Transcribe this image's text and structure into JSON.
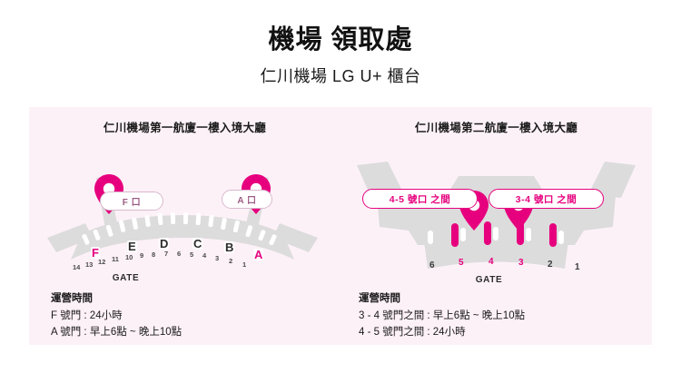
{
  "header": {
    "title": "機場 領取處",
    "subtitle": "仁川機場 LG U+ 櫃台"
  },
  "colors": {
    "accent_pink": "#e6007e",
    "panel_bg": "#fdf1f8",
    "terminal_gray": "#dcdcdc",
    "pill_gray_border": "#d9b9cd"
  },
  "terminal1": {
    "title": "仁川機場第一航廈一樓入境大廳",
    "pills": [
      {
        "label": "F 口",
        "style": "gray"
      },
      {
        "label": "A 口",
        "style": "gray"
      }
    ],
    "gate_letters": [
      {
        "label": "F",
        "highlight": true
      },
      {
        "label": "E",
        "highlight": false
      },
      {
        "label": "D",
        "highlight": false
      },
      {
        "label": "C",
        "highlight": false
      },
      {
        "label": "B",
        "highlight": false
      },
      {
        "label": "A",
        "highlight": true
      }
    ],
    "gate_numbers": [
      "14",
      "13",
      "12",
      "11",
      "10",
      "9",
      "8",
      "7",
      "6",
      "5",
      "4",
      "3",
      "2",
      "1"
    ],
    "gate_axis_label": "GATE",
    "pin_count": 2,
    "info": {
      "heading": "運營時間",
      "lines": [
        "F 號門 : 24小時",
        "A 號門 : 早上6點 ~ 晚上10點"
      ]
    }
  },
  "terminal2": {
    "title": "仁川機場第二航廈一樓入境大廳",
    "pills": [
      {
        "label": "4-5 號口 之間",
        "style": "pink"
      },
      {
        "label": "3-4 號口 之間",
        "style": "pink"
      }
    ],
    "gate_numbers": [
      {
        "label": "6",
        "highlight": false
      },
      {
        "label": "5",
        "highlight": true
      },
      {
        "label": "4",
        "highlight": true
      },
      {
        "label": "3",
        "highlight": true
      },
      {
        "label": "2",
        "highlight": false
      },
      {
        "label": "1",
        "highlight": false
      }
    ],
    "gate_axis_label": "GATE",
    "pin_count": 2,
    "info": {
      "heading": "運營時間",
      "lines": [
        "3 - 4 號門之間 : 早上6點 ~ 晚上10點",
        "4 - 5 號門之間 : 24小時"
      ]
    }
  }
}
